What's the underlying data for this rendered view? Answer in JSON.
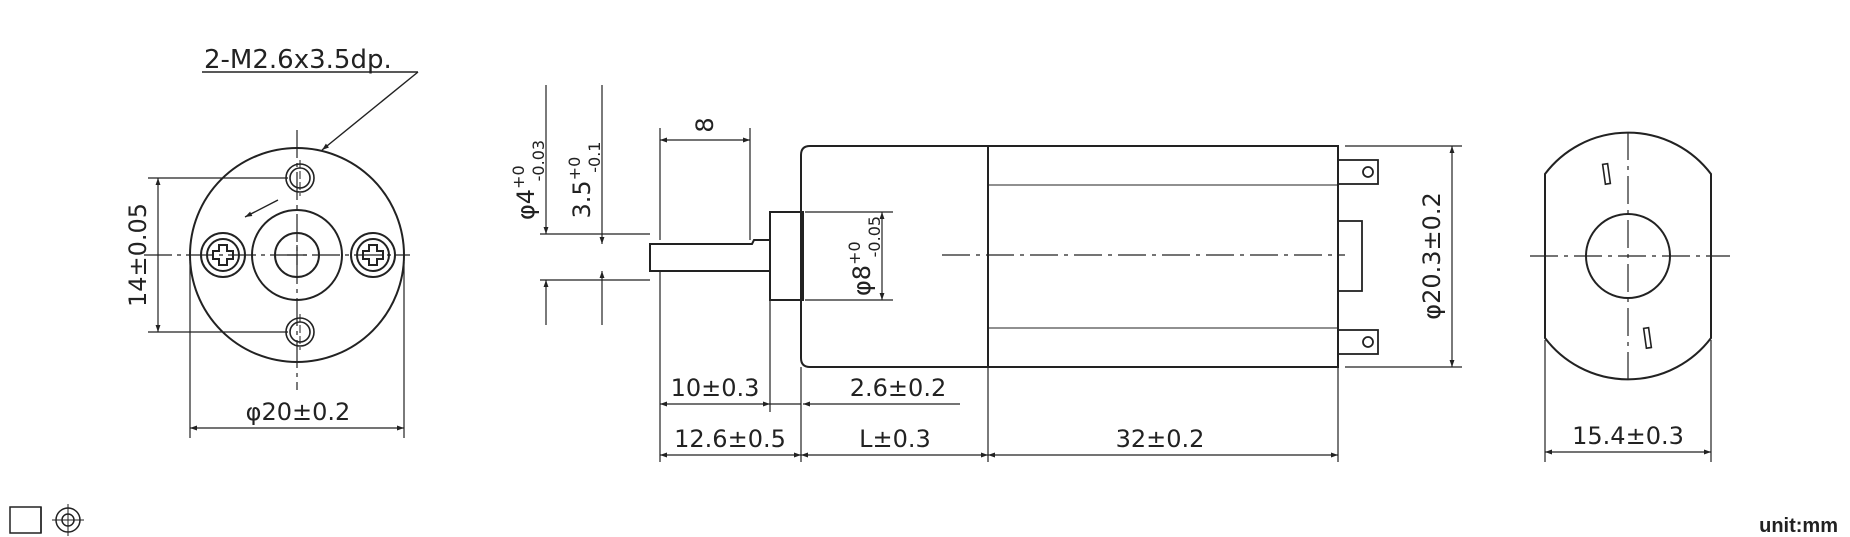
{
  "colors": {
    "line": "#222222",
    "background": "#ffffff"
  },
  "front_view": {
    "thread_note": "2-M2.6x3.5dp.",
    "hole_spacing": "14±0.05",
    "diameter": "φ20±0.2"
  },
  "side_view": {
    "shaft_diameter": {
      "base": "φ4",
      "upper": "+0",
      "lower": "-0.03"
    },
    "flat_depth": {
      "base": "3.5",
      "upper": "+0",
      "lower": "-0.1"
    },
    "shaft_flat_length": "8",
    "boss_diameter": {
      "base": "φ8",
      "upper": "+0",
      "lower": "-0.05"
    },
    "body_diameter": "φ20.3±0.2",
    "shaft_length": "10±0.3",
    "boss_length": "2.6±0.2",
    "output_length": "12.6±0.5",
    "gearbox_length": "L±0.3",
    "motor_length": "32±0.2"
  },
  "rear_view": {
    "width": "15.4±0.3"
  },
  "projection_symbol": "third-angle-projection-icon",
  "unit_label": "unit:mm"
}
